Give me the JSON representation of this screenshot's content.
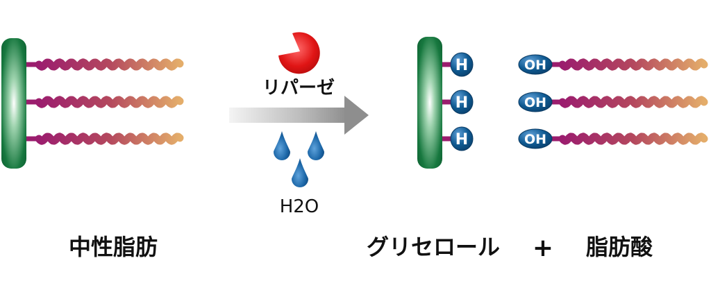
{
  "diagram": {
    "left_label": "中性脂肪",
    "enzyme_label": "リパーゼ",
    "water_label": "H2O",
    "right_label_glycerol": "グリセロール",
    "plus_sign": "+",
    "right_label_fatty_acid": "脂肪酸",
    "glycerol_end_cap": "H",
    "fatty_acid_head": "OH"
  },
  "colors": {
    "glycerol_bar_dark": "#12683a",
    "glycerol_bar_light": "#ffffff",
    "chain_dark": "#9b1d6e",
    "chain_light": "#e2a468",
    "cap_fill": "#0d4f82",
    "enzyme_red": "#e01515",
    "water_blue": "#1d69a8",
    "arrow_gray": "#9a9a9a"
  }
}
